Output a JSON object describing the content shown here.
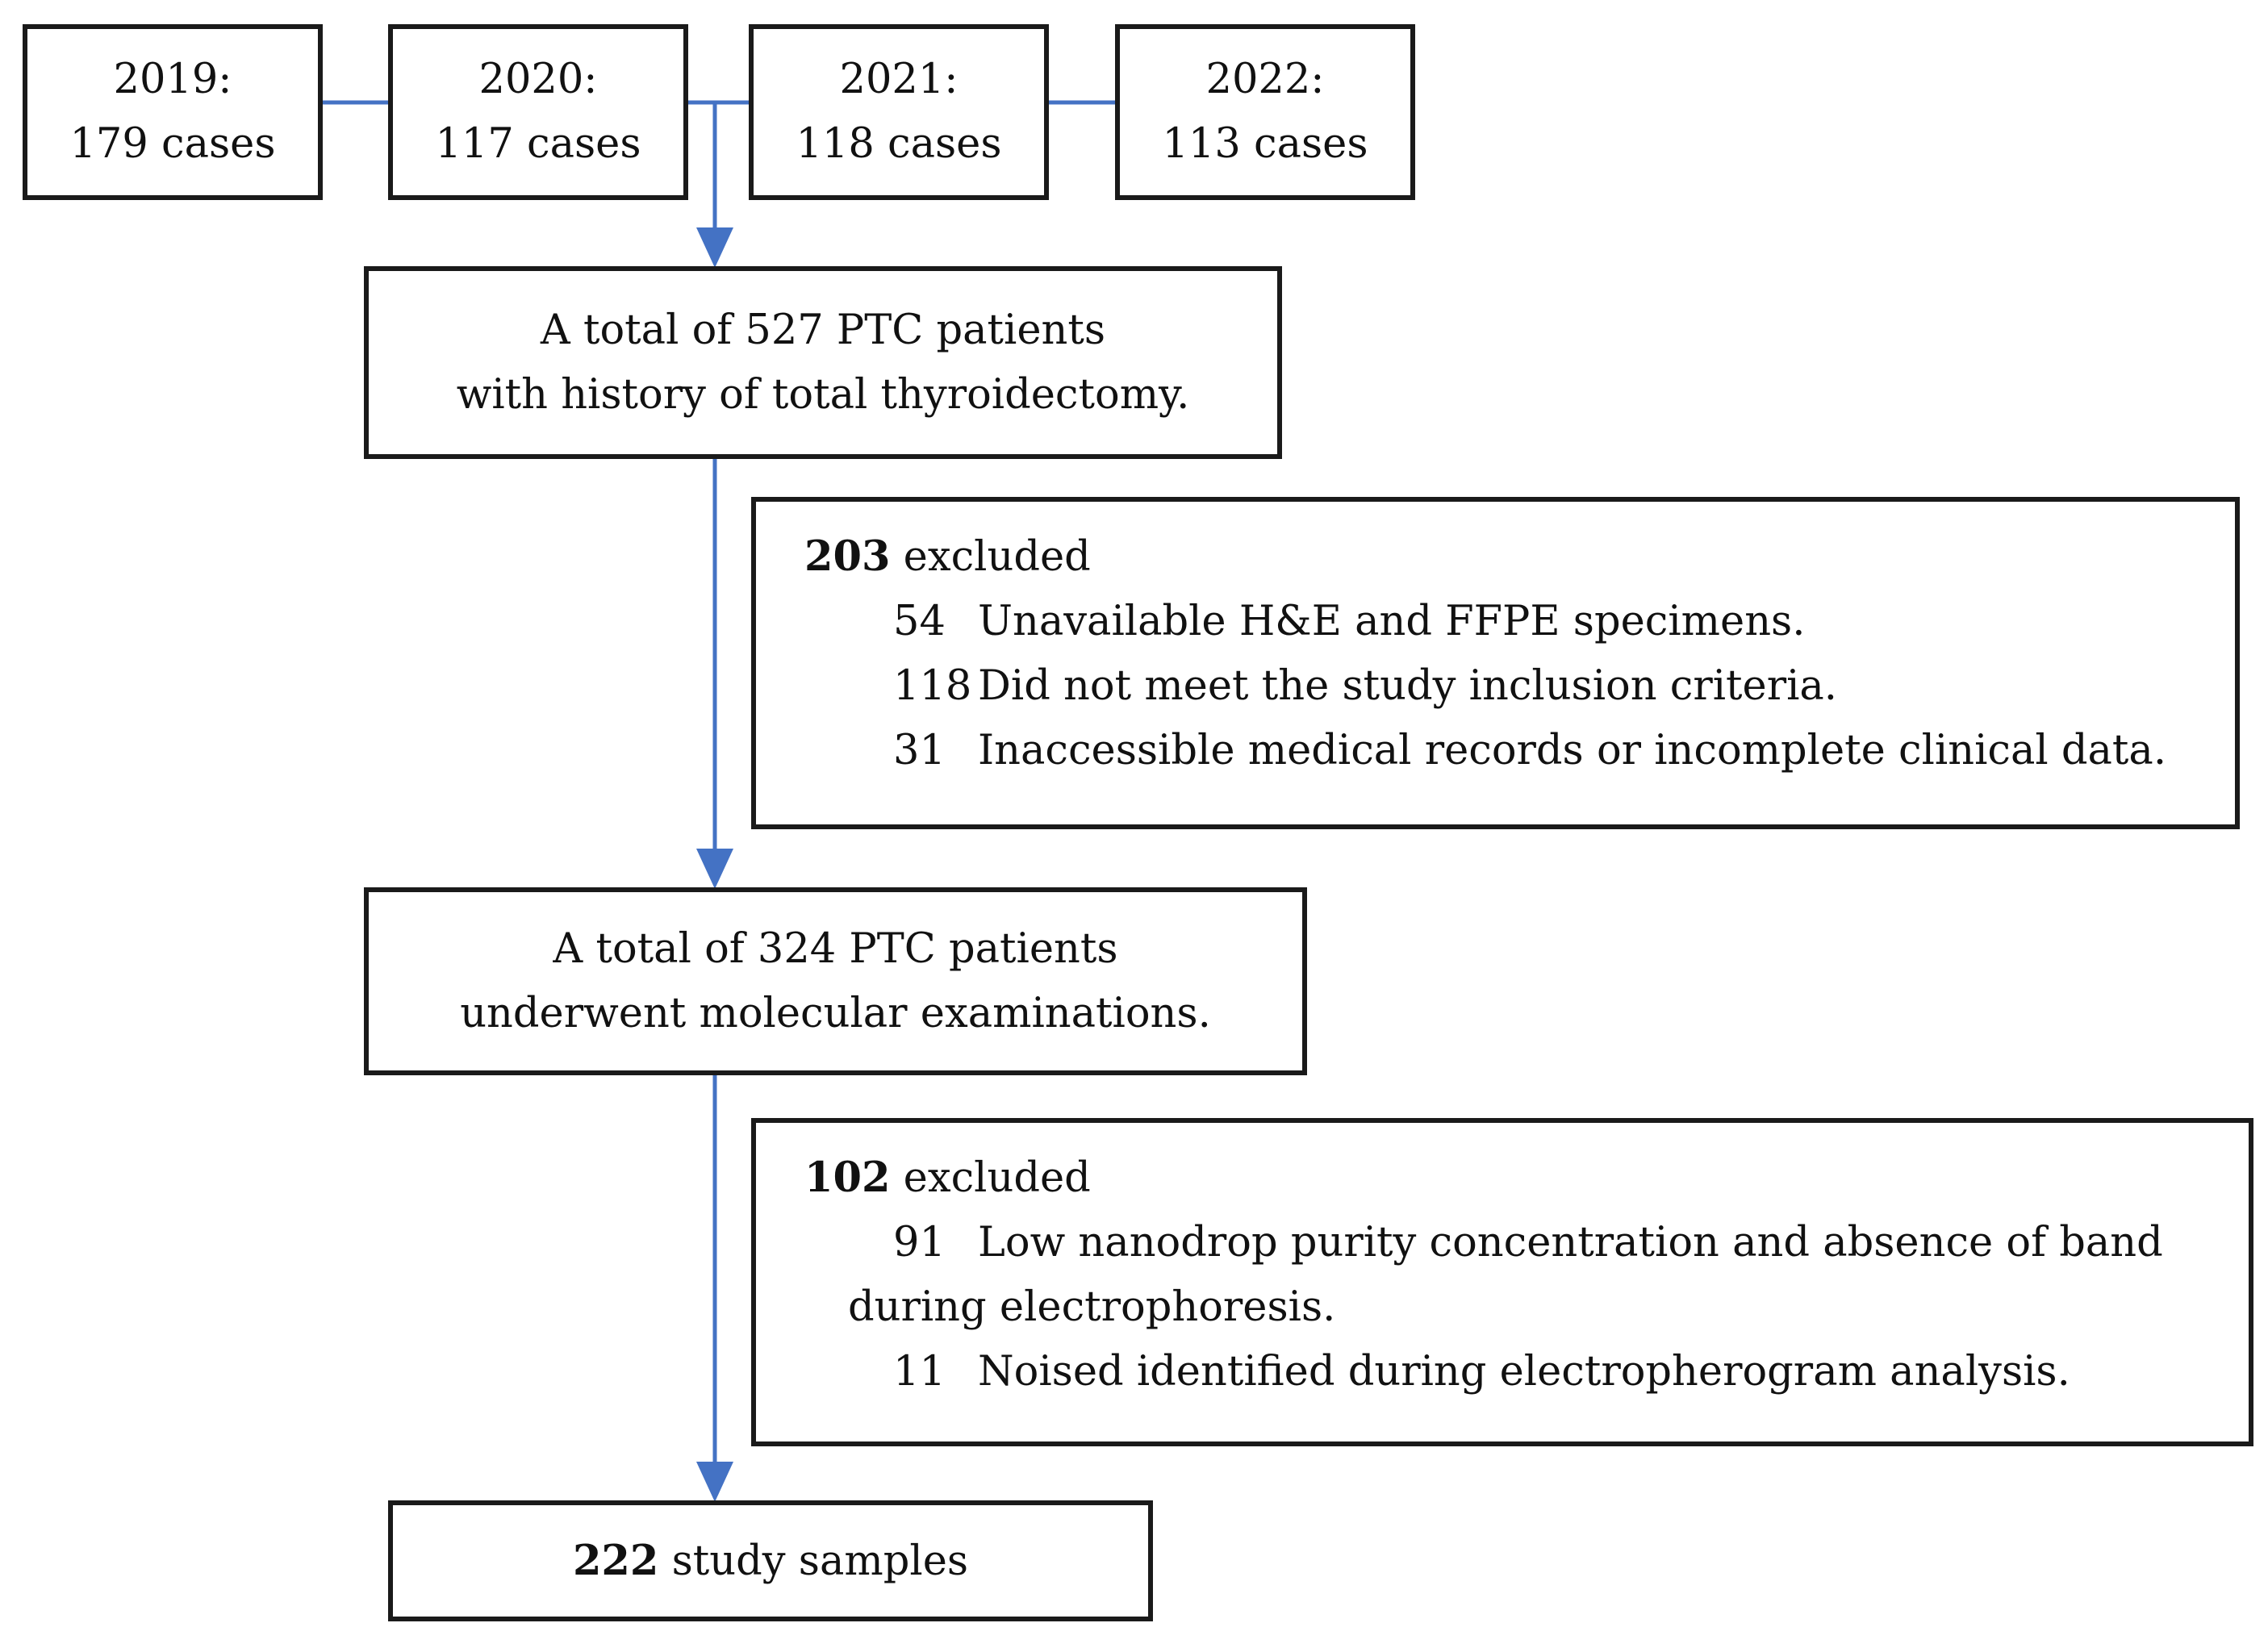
{
  "years": [
    {
      "label": "2019:",
      "cases": "179 cases"
    },
    {
      "label": "2020:",
      "cases": "117 cases"
    },
    {
      "label": "2021:",
      "cases": "118 cases"
    },
    {
      "label": "2022:",
      "cases": "113 cases"
    }
  ],
  "total_box": {
    "line1": "A total of 527 PTC patients",
    "line2": "with history of total thyroidectomy."
  },
  "exclusion1": {
    "count": "203",
    "label": " excluded",
    "reasons": [
      {
        "n": "54",
        "text": "Unavailable H&E and FFPE specimens."
      },
      {
        "n": "118",
        "text": "Did not meet the study inclusion criteria."
      },
      {
        "n": "31",
        "text": "Inaccessible medical records or incomplete clinical data."
      }
    ]
  },
  "molecular_box": {
    "line1": "A total of 324 PTC patients",
    "line2": "underwent molecular examinations."
  },
  "exclusion2": {
    "count": "102",
    "label": " excluded",
    "reason1_n": "91",
    "reason1_text": "Low nanodrop purity concentration and absence of band",
    "reason1_cont": "during electrophoresis.",
    "reason2_n": "11",
    "reason2_text": "Noised identified during electropherogram analysis."
  },
  "final_box": {
    "count": "222",
    "label": " study samples"
  },
  "colors": {
    "arrow": "#4472c4",
    "border": "#1a1a1a"
  }
}
